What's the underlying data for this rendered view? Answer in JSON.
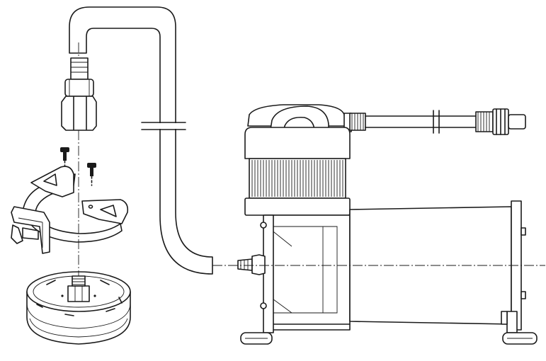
{
  "diagram": {
    "type": "exploded-assembly-line-drawing",
    "labels": [],
    "components": [
      "hose-fitting",
      "air-hose",
      "mounting-screw",
      "filter-mount-bracket",
      "air-filter",
      "air-compressor",
      "compressor-inlet-fitting",
      "compressor-leader-hose"
    ]
  }
}
